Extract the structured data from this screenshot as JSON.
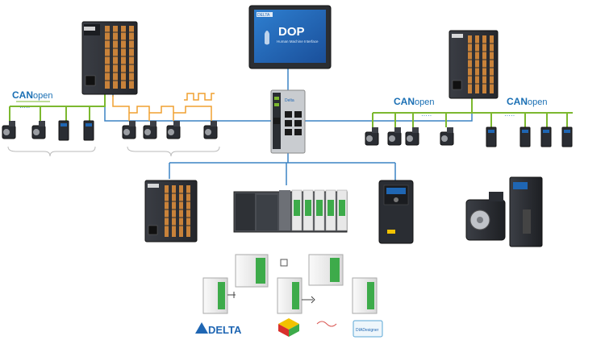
{
  "hmi": {
    "title": "DOP",
    "subtitle": "Human Machine Interface",
    "brand": "DELTA"
  },
  "bus": {
    "can1": {
      "strong": "CAN",
      "light": "open"
    },
    "can2": {
      "strong": "CAN",
      "light": "open"
    },
    "can3": {
      "strong": "CAN",
      "light": "open"
    }
  },
  "switch": {
    "brand": "Delta"
  },
  "footer": {
    "logo_text": "DELTA",
    "software_label": "DIADesigner"
  },
  "colors": {
    "canopen_blue": "#1a6fb4",
    "canopen_green": "#7cb82f",
    "ethernet_blue": "#3b83c4",
    "pulse_orange": "#f0a030",
    "device_dark": "#2a2d33",
    "terminal_orange": "#c8823a",
    "plc_green": "#3dab4a",
    "delta_blue": "#1f66b3"
  }
}
